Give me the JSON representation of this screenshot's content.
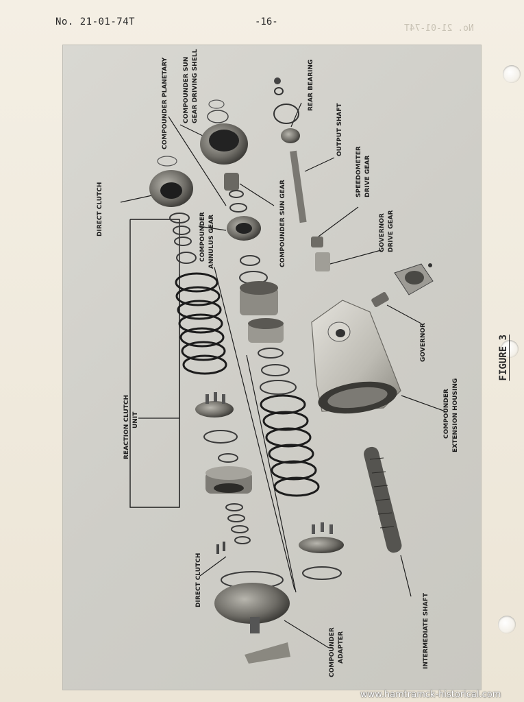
{
  "header": {
    "doc_number": "No. 21-01-74T",
    "page_number": "-16-",
    "bleed_text": "No. 21-01-74T"
  },
  "figure": {
    "side_label": "FIGURE 3",
    "labels": {
      "compounder_planetary": "COMPOUNDER PLANETARY",
      "sun_gear_shell_1": "COMPOUNDER SUN",
      "sun_gear_shell_2": "GEAR DRIVING SHELL",
      "rear_bearing": "REAR BEARING",
      "output_shaft": "OUTPUT SHAFT",
      "speedometer_1": "SPEEDOMETER",
      "speedometer_2": "DRIVE GEAR",
      "governor_drive_1": "GOVERNOR",
      "governor_drive_2": "DRIVE GEAR",
      "governor": "GOVERNOR",
      "direct_clutch_top": "DIRECT CLUTCH",
      "compounder_sun_gear": "COMPOUNDER SUN GEAR",
      "annulus_1": "COMPOUNDER",
      "annulus_2": "ANNULUS GEAR",
      "extension_1": "COMPOUNDER",
      "extension_2": "EXTENSION HOUSING",
      "reaction_1": "REACTION CLUTCH",
      "reaction_2": "UNIT",
      "intermediate_shaft": "INTERMEDIATE SHAFT",
      "direct_clutch_bottom": "DIRECT CLUTCH",
      "adapter_1": "COMPOUNDER",
      "adapter_2": "ADAPTER"
    }
  },
  "watermark": "www.hamtramck-historical.com"
}
